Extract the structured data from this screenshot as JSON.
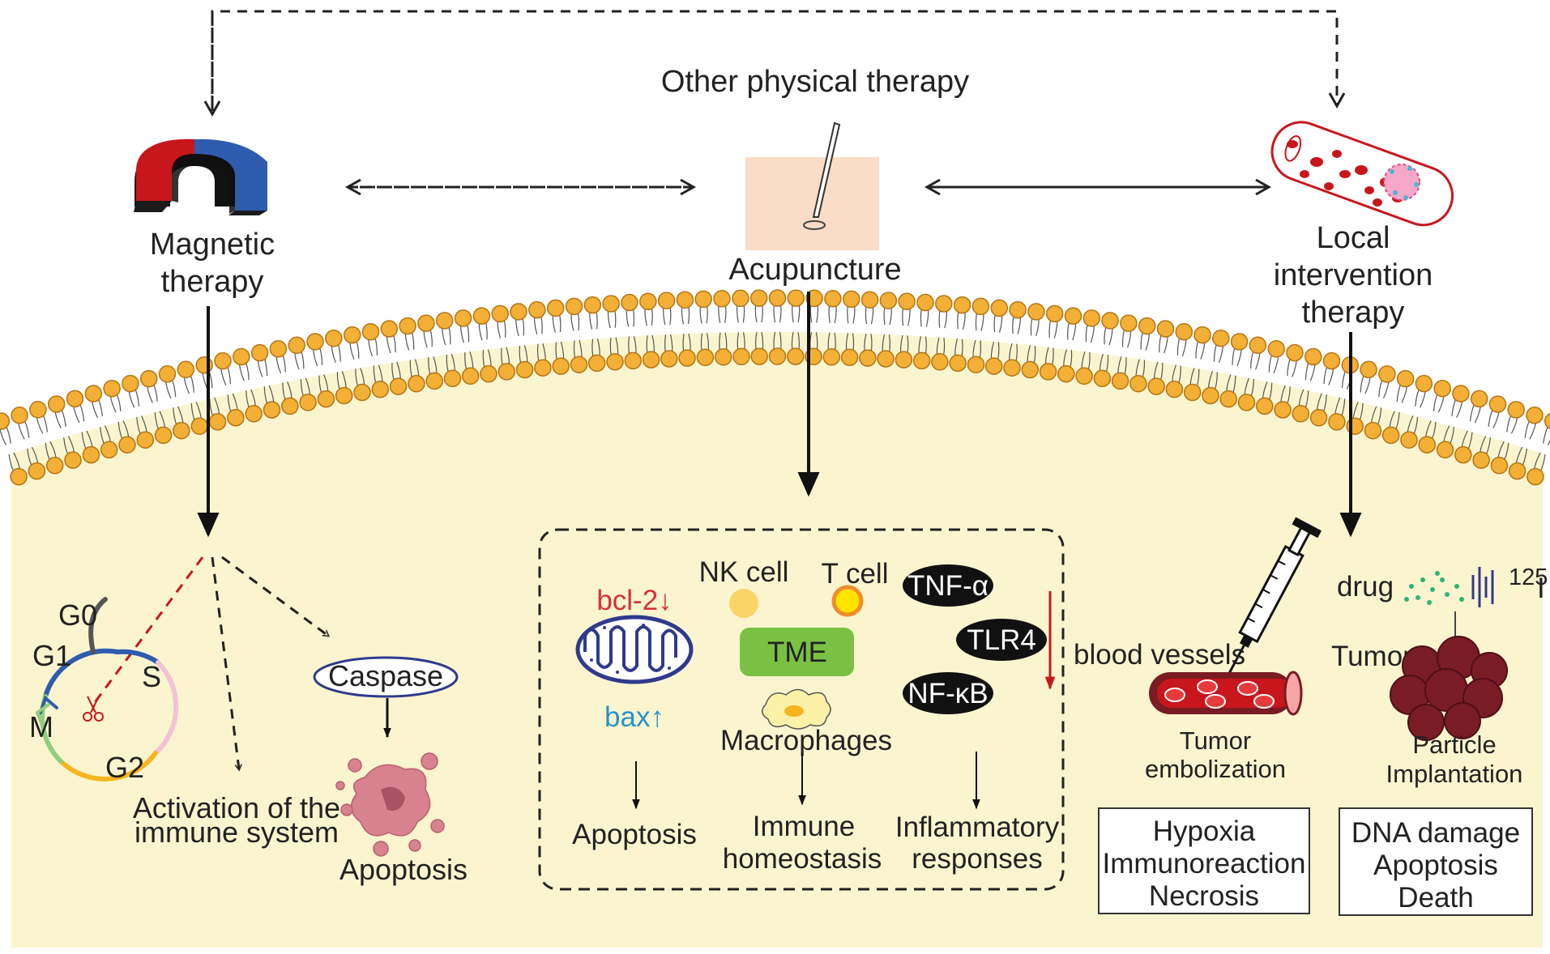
{
  "colors": {
    "cytoplasm": "#fbf5cf",
    "lipid_head": "#f4b036",
    "lipid_outline": "#b47412",
    "magnet_red": "#c8161d",
    "magnet_blue": "#2f5cae",
    "skin": "#fbdcc6",
    "tme_green": "#7ac143",
    "cell_dark_red": "#7a1c24",
    "bcl2_red": "#d6303a",
    "bax_blue": "#2793c9"
  },
  "top": {
    "other_physical_therapy": "Other physical therapy",
    "magnetic_line1": "Magnetic",
    "magnetic_line2": "therapy",
    "acupuncture": "Acupuncture",
    "local_line1": "Local",
    "local_line2": "intervention",
    "local_line3": "therapy"
  },
  "left": {
    "g0": "G0",
    "g1": "G1",
    "s": "S",
    "m": "M",
    "g2": "G2",
    "activation_line1": "Activation of the",
    "activation_line2": "immune system",
    "caspase": "Caspase",
    "apoptosis": "Apoptosis"
  },
  "middle": {
    "bcl2": "bcl-2↓",
    "bax": "bax↑",
    "nk_cell": "NK cell",
    "t_cell": "T cell",
    "tme": "TME",
    "macrophages": "Macrophages",
    "tnf": "TNF-α",
    "tlr4": "TLR4",
    "nfkb": "NF-κB",
    "out_apoptosis": "Apoptosis",
    "out_immune_line1": "Immune",
    "out_immune_line2": "homeostasis",
    "out_inflam_line1": "Inflammatory",
    "out_inflam_line2": "responses"
  },
  "right": {
    "blood_vessels": "blood vessels",
    "tumor_embolization_line1": "Tumor",
    "tumor_embolization_line2": "embolization",
    "drug": "drug",
    "i125_sup": "125",
    "i125_elem": "I",
    "tumor": "Tumor",
    "particle_line1": "Particle",
    "particle_line2": "Implantation",
    "box1": [
      "Hypoxia",
      "Immunoreaction",
      "Necrosis"
    ],
    "box2": [
      "DNA damage",
      "Apoptosis",
      "Death"
    ]
  }
}
